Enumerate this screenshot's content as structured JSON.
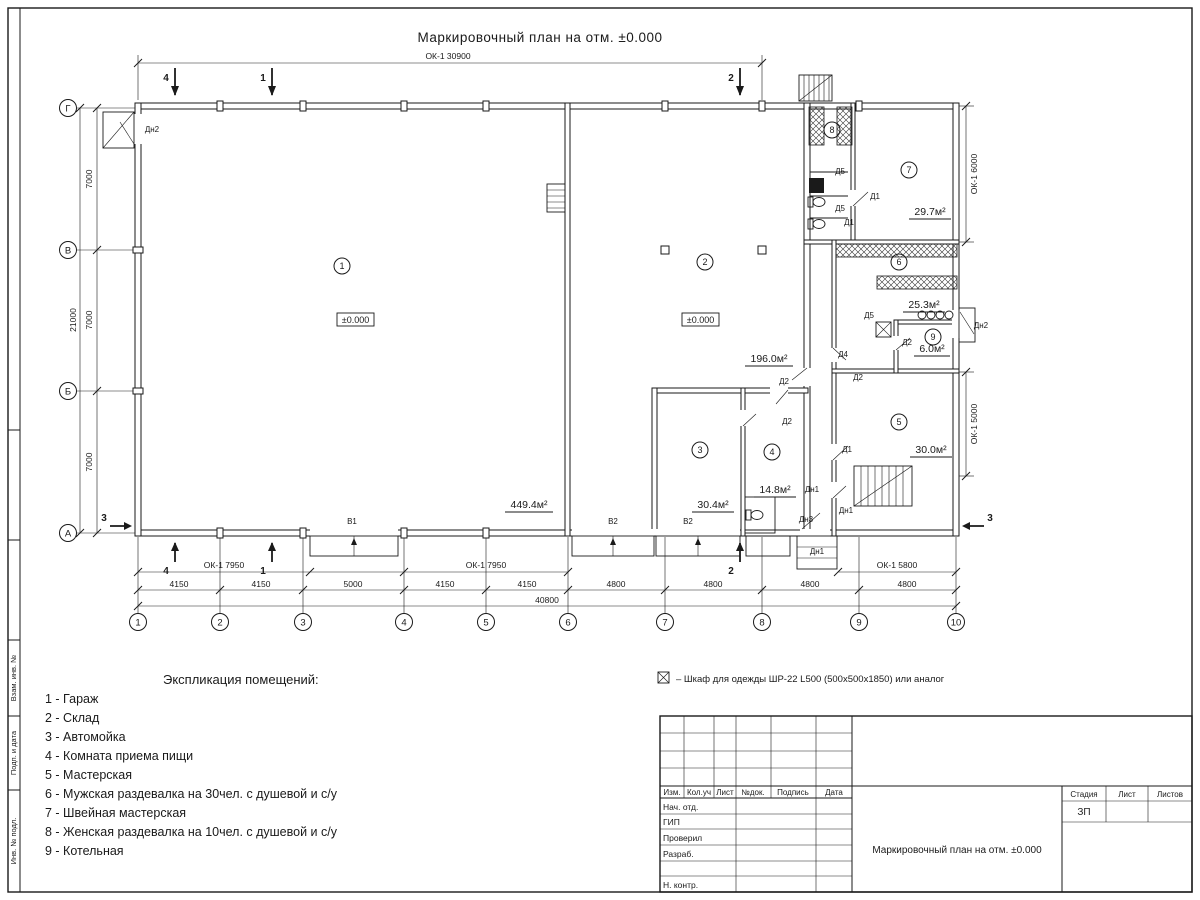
{
  "drawing": {
    "title": "Маркировочный план на отм. ±0.000",
    "top_window_dim": "ОК-1 30900"
  },
  "axes": {
    "rows": [
      "Г",
      "В",
      "Б",
      "А"
    ],
    "cols": [
      "1",
      "2",
      "3",
      "4",
      "5",
      "6",
      "7",
      "8",
      "9",
      "10"
    ]
  },
  "dims": {
    "left": [
      "7000",
      "7000",
      "7000"
    ],
    "left_total": "21000",
    "bottom": [
      "4150",
      "4150",
      "5000",
      "4150",
      "4150",
      "4800",
      "4800",
      "4800",
      "4800"
    ],
    "bottom_total": "40800",
    "bottom_windows": [
      "ОК-1 7950",
      "ОК-1 7950",
      "ОК-1 5800"
    ],
    "right_windows": [
      "ОК-1 6000",
      "ОК-1 5000"
    ]
  },
  "sections": {
    "s1": "1",
    "s2": "2",
    "s3": "3",
    "s4": "4"
  },
  "rooms": {
    "r1": {
      "num": "1",
      "area": "449.4м²",
      "elev": "±0.000"
    },
    "r2": {
      "num": "2",
      "area": "196.0м²",
      "elev": "±0.000"
    },
    "r3": {
      "num": "3",
      "area": "30.4м²"
    },
    "r4": {
      "num": "4",
      "area": "14.8м²"
    },
    "r5": {
      "num": "5",
      "area": "30.0м²"
    },
    "r6": {
      "num": "6",
      "area": "25.3м²"
    },
    "r7": {
      "num": "7",
      "area": "29.7м²"
    },
    "r8": {
      "num": "8"
    },
    "r9": {
      "num": "9",
      "area": "6.0м²"
    }
  },
  "doors": {
    "dn1": "Дн1",
    "dn2": "Дн2",
    "dn3": "Дн3",
    "d1": "Д1",
    "d2": "Д2",
    "d4": "Д4",
    "d5": "Д5"
  },
  "gates": {
    "v1": "В1",
    "v2": "В2"
  },
  "legend": {
    "title": "Экспликация помещений:",
    "items": [
      "1 - Гараж",
      "2 - Склад",
      "3 - Автомойка",
      "4 - Комната приема пищи",
      "5 - Мастерская",
      "6 - Мужская раздевалка на 30чел. с душевой и с/у",
      "7 - Швейная мастерская",
      "8 - Женская раздевалка на 10чел. с душевой и с/у",
      "9 - Котельная"
    ]
  },
  "note": {
    "text": "– Шкаф для одежды ШР-22 L500 (500x500x1850) или аналог"
  },
  "titleblock": {
    "cols": [
      "Изм.",
      "Кол.уч",
      "Лист",
      "№док.",
      "Подпись",
      "Дата"
    ],
    "rows": [
      "Нач. отд.",
      "ГИП",
      "Проверил",
      "Разраб.",
      "Н. контр."
    ],
    "doc_title": "Маркировочный план на отм. ±0.000",
    "stage_label": "Стадия",
    "sheet_label": "Лист",
    "sheets_label": "Листов",
    "stage": "ЗП"
  },
  "frame": {
    "side_labels": [
      "Взам. инв. №",
      "Подп. и дата",
      "Инв. № подл."
    ]
  }
}
